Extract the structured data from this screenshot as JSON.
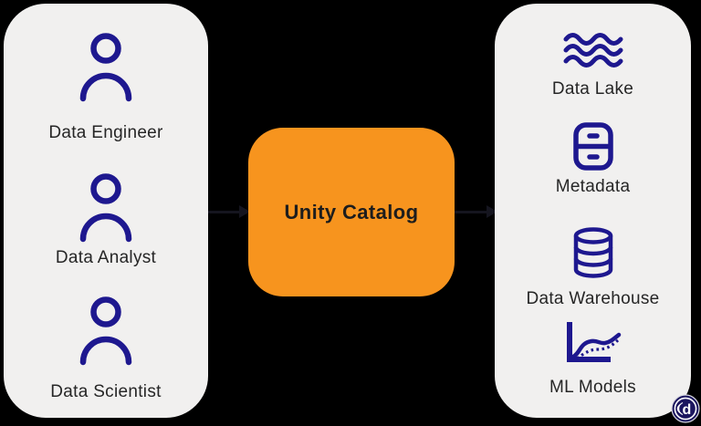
{
  "colors": {
    "background": "#000000",
    "panel": "#f1f0ef",
    "center_box": "#f7941e",
    "icon_navy": "#1e188f",
    "label_text": "#262626",
    "arrow": "#15151f",
    "logo_disc": "#1c165f"
  },
  "personas_panel": {
    "items": [
      {
        "label": "Data Engineer",
        "icon": "person-icon"
      },
      {
        "label": "Data Analyst",
        "icon": "person-icon"
      },
      {
        "label": "Data Scientist",
        "icon": "person-icon"
      }
    ]
  },
  "center_box": {
    "label": "Unity Catalog"
  },
  "assets_panel": {
    "items": [
      {
        "label": "Data Lake",
        "icon": "waves-icon"
      },
      {
        "label": "Metadata",
        "icon": "cabinet-icon"
      },
      {
        "label": "Data Warehouse",
        "icon": "database-icon"
      },
      {
        "label": "ML Models",
        "icon": "ml-chart-icon"
      }
    ]
  },
  "logo": {
    "letter": "d"
  }
}
